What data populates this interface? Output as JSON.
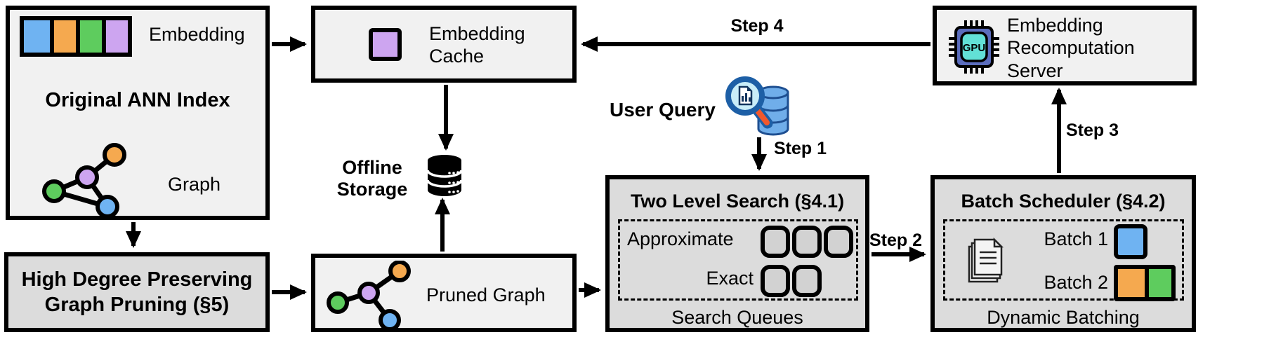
{
  "colors": {
    "blue": "#6fb3f2",
    "orange": "#f5a94f",
    "green": "#5ecc5e",
    "purple": "#cda5f0",
    "box_light": "#f1f1f1",
    "box_dark": "#dcdcdc",
    "queue_fill": "#d2d2d2",
    "gpu_body": "#5b6dbd",
    "gpu_core": "#62e0d6",
    "magnifier_rim": "#1d5fa6",
    "magnifier_lens": "#c9edf8",
    "magnifier_handle": "#f2582c",
    "query_db_fill": "#70aeea",
    "query_db_stroke": "#1e4f91"
  },
  "icons": {
    "gpu": "gpu-chip-icon",
    "offline_storage": "database-icon",
    "user_query": "magnifier-over-database-icon",
    "batch_docs": "document-stack-icon",
    "ann_graph": "graph-nodes-icon",
    "pruned_graph": "pruned-graph-nodes-icon",
    "embedding_vector": "four-color-embedding-strip",
    "cached_embedding": "purple-embedding-square"
  },
  "ann_index": {
    "title": "Original ANN Index",
    "embedding_label": "Embedding",
    "graph_label": "Graph"
  },
  "embedding_cache": {
    "label": "Embedding Cache"
  },
  "recomputation_server": {
    "label": "Embedding Recomputation Server",
    "gpu_text": "GPU"
  },
  "offline_storage": {
    "label": "Offline Storage"
  },
  "user_query": {
    "label": "User Query"
  },
  "two_level_search": {
    "title": "Two Level Search (§4.1)",
    "row1_label": "Approximate",
    "row2_label": "Exact",
    "row1_queue_count": 3,
    "row2_queue_count": 2,
    "footer": "Search Queues"
  },
  "batch_scheduler": {
    "title": "Batch Scheduler (§4.2)",
    "batch1_label": "Batch 1",
    "batch2_label": "Batch 2",
    "batch1_colors": [
      "blue"
    ],
    "batch2_colors": [
      "orange",
      "green"
    ],
    "footer": "Dynamic Batching"
  },
  "graph_pruning": {
    "label": "High Degree Preserving Graph Pruning (§5)"
  },
  "pruned_graph": {
    "label": "Pruned Graph"
  },
  "steps": {
    "step1": "Step 1",
    "step2": "Step 2",
    "step3": "Step 3",
    "step4": "Step 4"
  }
}
